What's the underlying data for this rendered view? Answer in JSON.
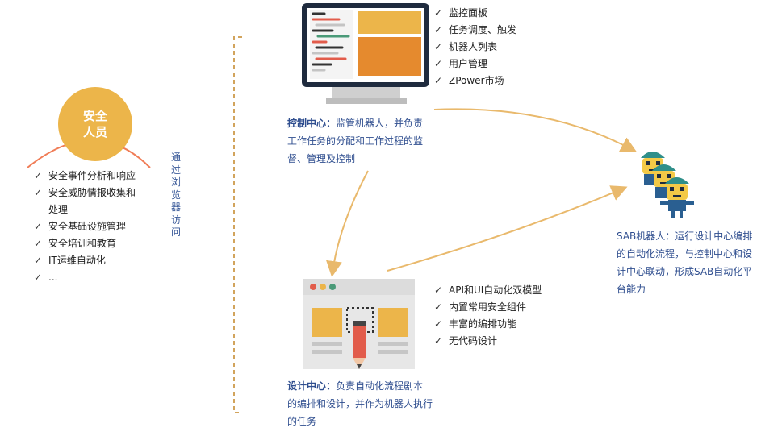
{
  "security_staff": {
    "title": "安全人员",
    "items": [
      "安全事件分析和响应",
      "安全威胁情报收集和处理",
      "安全基础设施管理",
      "安全培训和教育",
      "IT运维自动化",
      "..."
    ]
  },
  "access_label": "通过浏览器访问",
  "control_center": {
    "features": [
      "监控面板",
      "任务调度、触发",
      "机器人列表",
      "用户管理",
      "ZPower市场"
    ],
    "desc_title": "控制中心：",
    "desc_body": "监管机器人，并负责工作任务的分配和工作过程的监督、管理及控制"
  },
  "design_center": {
    "features": [
      "API和UI自动化双模型",
      "内置常用安全组件",
      "丰富的编排功能",
      "无代码设计"
    ],
    "desc_title": "设计中心：",
    "desc_body": "负责自动化流程剧本的编排和设计，并作为机器人执行的任务"
  },
  "sab_robot": {
    "desc": "SAB机器人：运行设计中心编排的自动化流程，与控制中心和设计中心联动，形成SAB自动化平台能力"
  },
  "colors": {
    "gold": "#ecb54a",
    "orange": "#e58a2e",
    "navy": "#1f2b3e",
    "text_blue": "#2f4e8f",
    "arrow": "#e9b96c",
    "arc": "#f07d57",
    "robot_teal": "#2f8f8a",
    "robot_yellow": "#f3c947",
    "red": "#e25c4b"
  }
}
